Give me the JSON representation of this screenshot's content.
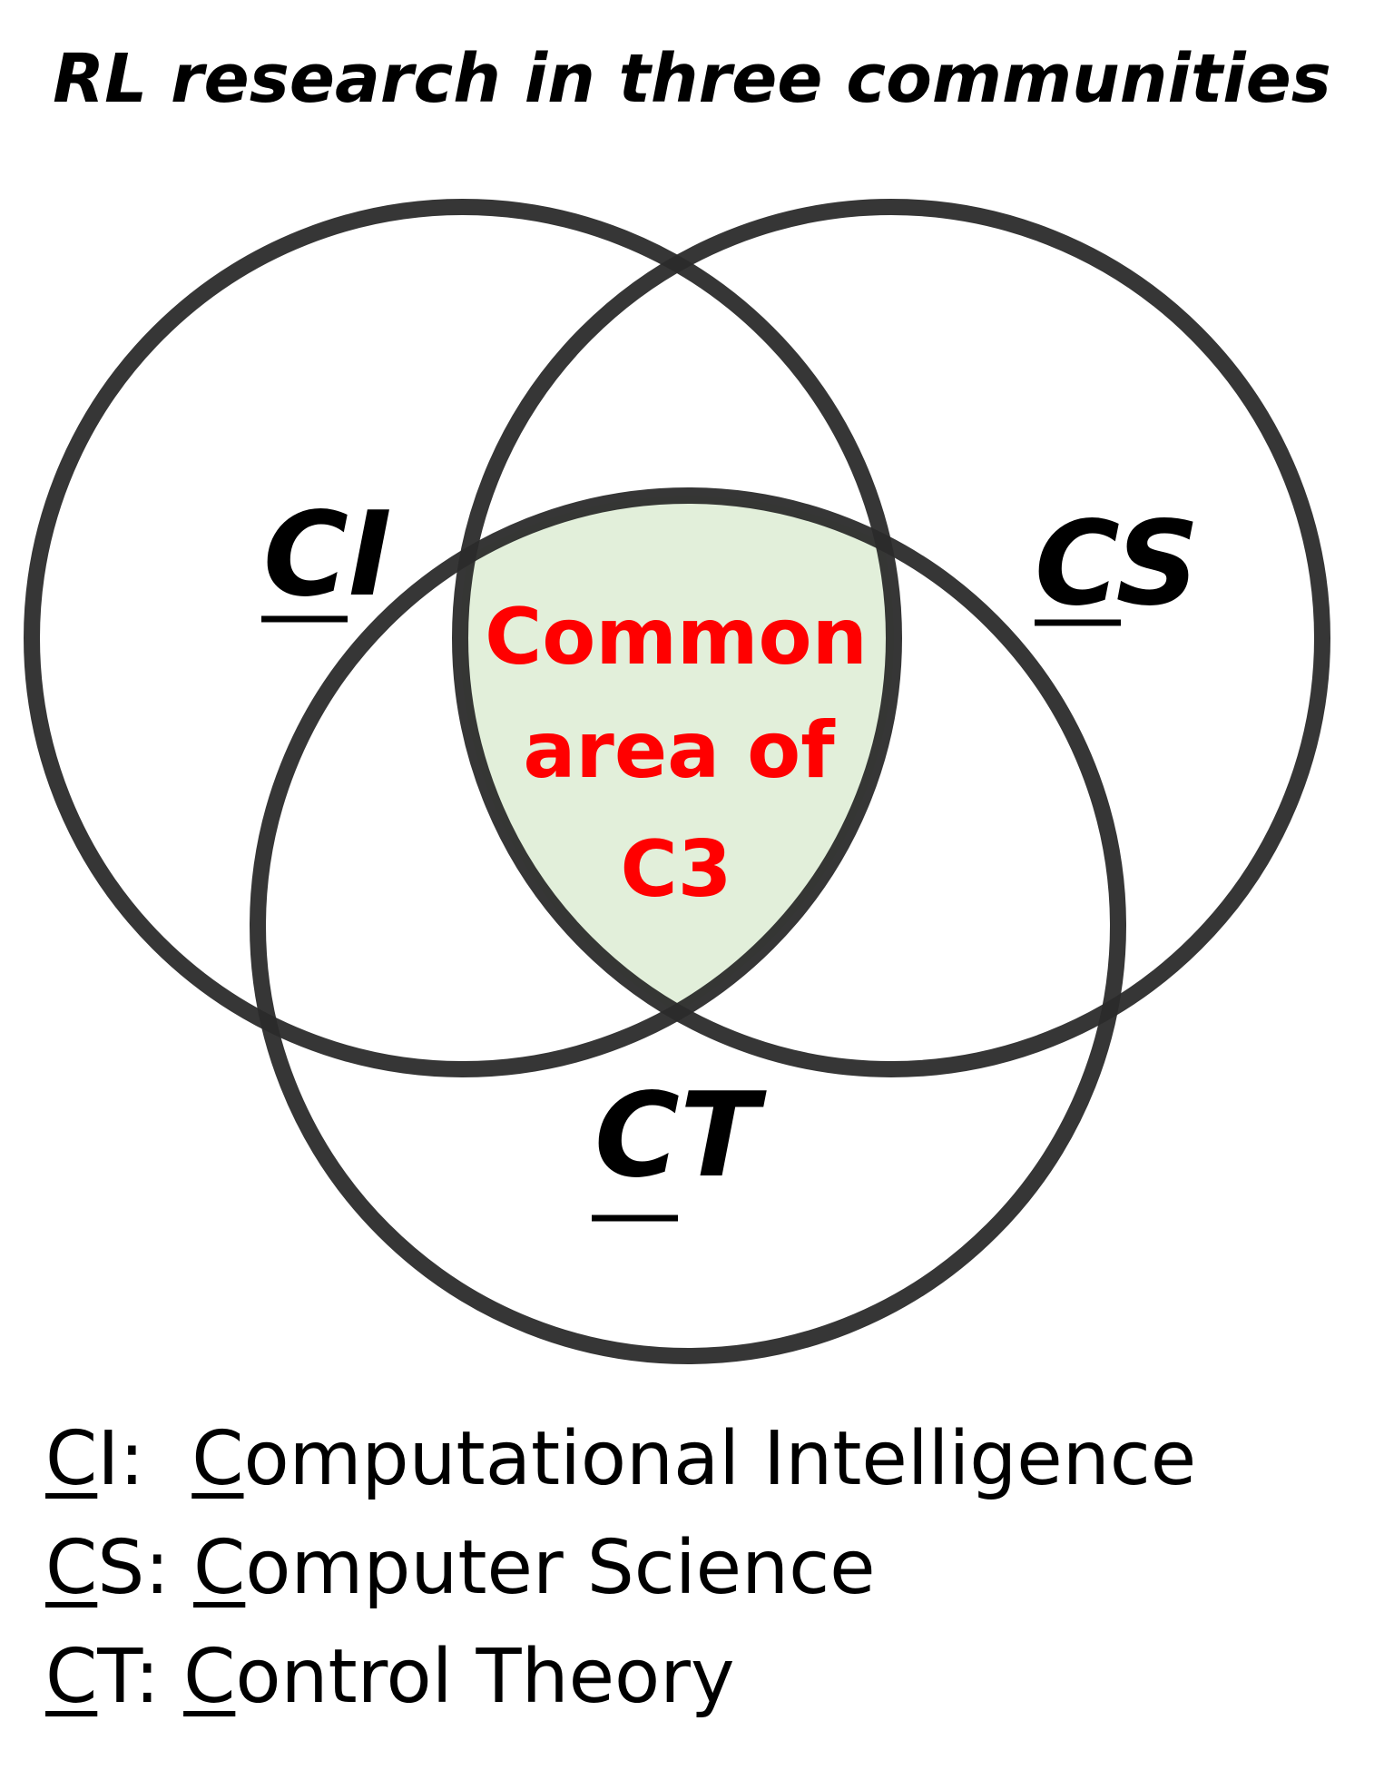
{
  "title": "RL research in three communities",
  "sets": [
    {
      "abbr_first": "C",
      "abbr_rest": "I",
      "name": "Computational Intelligence"
    },
    {
      "abbr_first": "C",
      "abbr_rest": "S",
      "name": "Computer Science"
    },
    {
      "abbr_first": "C",
      "abbr_rest": "T",
      "name": "Control Theory"
    }
  ],
  "intersection": {
    "line1": "Common",
    "line2": "area of",
    "line3": "C3"
  },
  "legend": [
    {
      "key_first": "C",
      "key_rest": "I:",
      "sep": "  ",
      "name_first": "C",
      "name_rest": "omputational Intelligence"
    },
    {
      "key_first": "C",
      "key_rest": "S:",
      "sep": " ",
      "name_first": "C",
      "name_rest": "omputer Science"
    },
    {
      "key_first": "C",
      "key_rest": "T:",
      "sep": " ",
      "name_first": "C",
      "name_rest": "ontrol Theory"
    }
  ],
  "colors": {
    "circle": "#2b2b2b",
    "intersection_fill": "#e2efda",
    "intersection_text": "#ff0000"
  }
}
